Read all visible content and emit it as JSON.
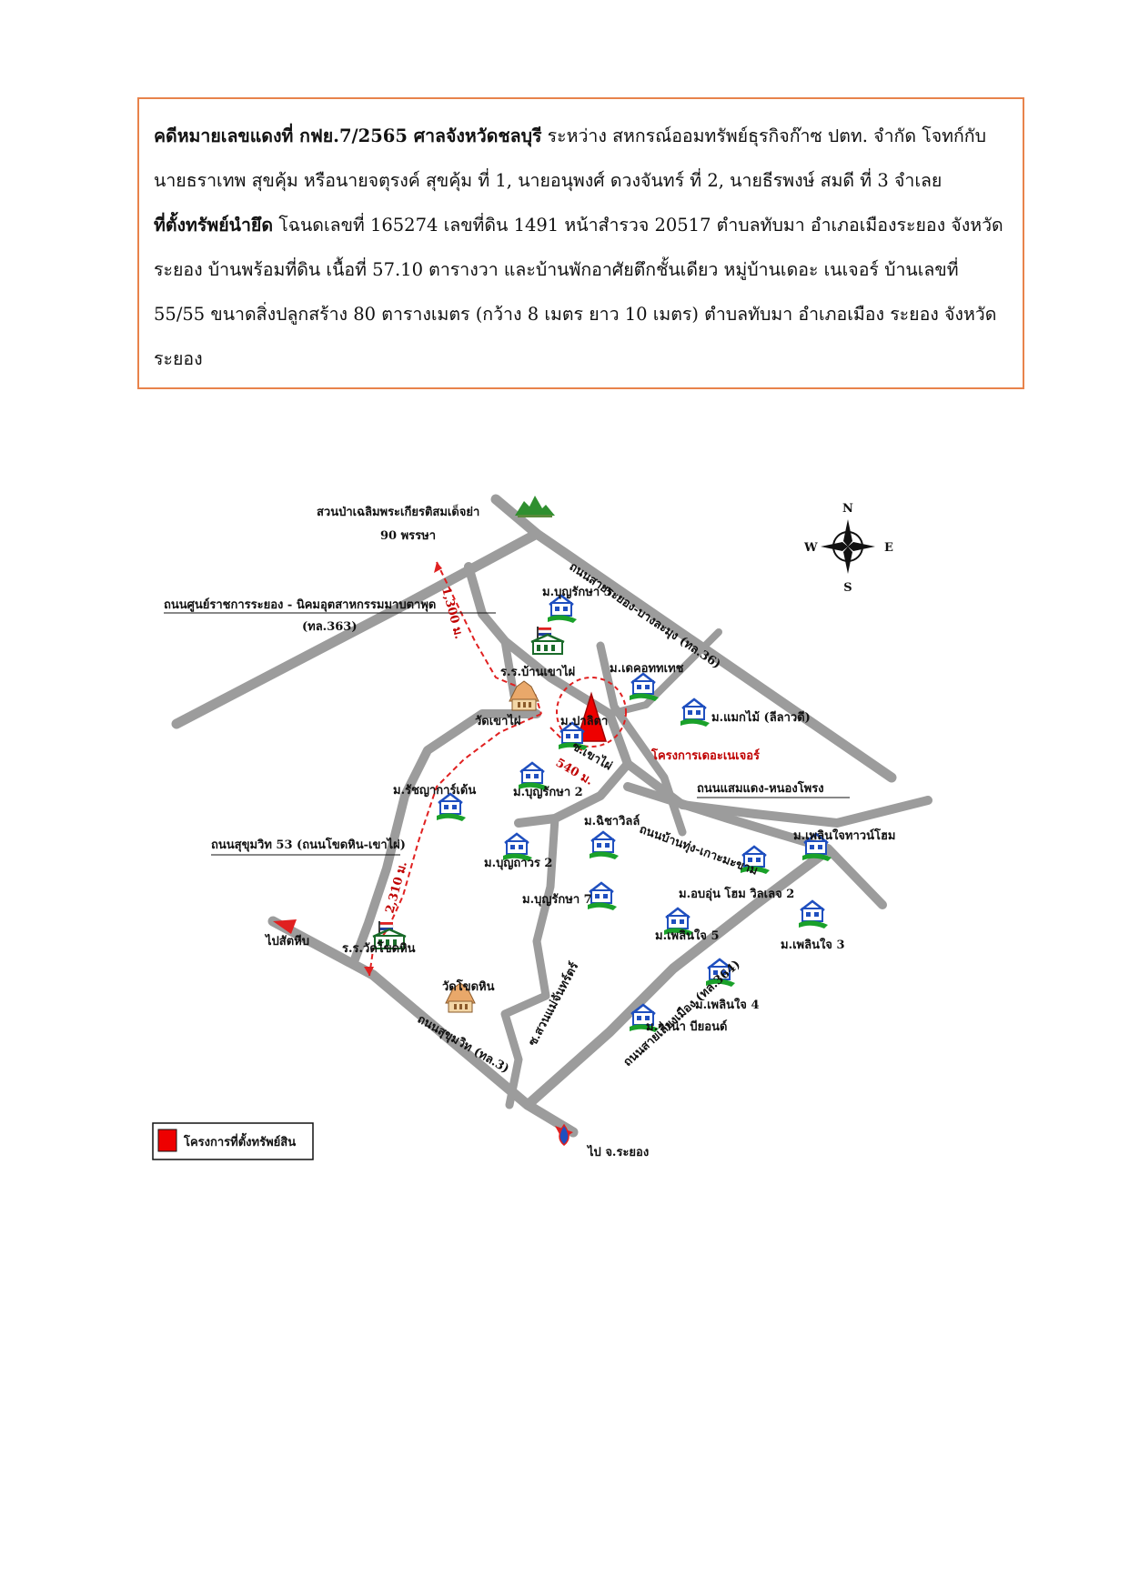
{
  "case": {
    "label_case": "คดีหมายเลขแดงที่ กฟย.7/2565 ศาลจังหวัดชลบุรี",
    "case_text": " ระหว่าง สหกรณ์ออมทรัพย์ธุรกิจก๊าซ ปตท. จำกัด  โจทก์กับ นายธราเทพ สุขคุ้ม หรือนายจตุรงค์ สุขคุ้ม ที่ 1, นายอนุพงศ์ ดวงจันทร์ ที่ 2, นายธีรพงษ์ สมดี ที่ 3  จำเลย",
    "label_property": "ที่ตั้งทรัพย์นำยึด",
    "property_text": " โฉนดเลขที่ 165274 เลขที่ดิน 1491 หน้าสำรวจ 20517 ตำบลทับมา อำเภอเมืองระยอง จังหวัดระยอง  บ้านพร้อมที่ดิน เนื้อที่ 57.10 ตารางวา และบ้านพักอาศัยตึกชั้นเดียว หมู่บ้านเดอะ เนเจอร์ บ้านเลขที่ 55/55 ขนาดสิ่งปลูกสร้าง 80 ตารางเมตร (กว้าง 8 เมตร ยาว 10 เมตร) ตำบลทับมา อำเภอเมือง ระยอง จังหวัดระยอง"
  },
  "map": {
    "park": "สวนป่าเฉลิมพระเกียรติสมเด็จย่า",
    "park_km": "90 พรรษา",
    "road_govt": "ถนนศูนย์ราชการระยอง - นิคมอุตสาหกรรมมาบตาพุด",
    "road_govt_code": "(ทล.363)",
    "road_rayong_ban_chang": "ถนนสายระยอง-บางละมุง (ทล.36)",
    "dist_1300": "1,300 ม.",
    "school_khao_phai": "ร.ร.บ้านเขาไผ่",
    "wat_khao_phai": "วัดเขาไผ่",
    "m_boonrak3": "ม.บุญรักษา 3",
    "m_decor": "ม.เดคอททเทช",
    "m_palita": "ม.ปาลิตา",
    "m_maekmai": "ม.แมกไม้ (ลีลาวดี)",
    "project": "โครงการเดอะเนเจอร์",
    "dist_540": "540 ม.",
    "soi_khao_phai": "ซ.เขาไผ่",
    "road_saem": "ถนนแสมแดง-หนองโพรง",
    "m_rachada": "ม.รัชญาการ์เด้น",
    "m_boonrak2": "ม.บุญรักษา 2",
    "m_chicha": "ม.ฉิชาวิลล์",
    "road_ban_thung": "ถนนบ้านทุ่ง-เกาะมะขาม",
    "m_ploenjai_town": "ม.เพลินใจทาวน์โฮม",
    "road_sukhumvit53": "ถนนสุขุมวิท 53 (ถนนโขดหิน-เขาไผ่)",
    "m_boonthavorn2": "ม.บุญถาวร 2",
    "dist_2310": "2,310 ม.",
    "m_boonrak7": "ม.บุญรักษา 7",
    "m_obun": "ม.อบอุ่น โฮม วิลเลจ 2",
    "m_ploenjai5": "ม.เพลินใจ 5",
    "m_ploenjai3": "ม.เพลินใจ 3",
    "to_sattahip": "ไปสัตหีบ",
    "school_khot_hin": "ร.ร.วัดโขดหิน",
    "wat_khot_hin": "วัดโขดหิน",
    "road_sukhumvit": "ถนนสุขุมวิท (ทล.3)",
    "road_soi_san": "ซ.สวนแม่จันทร์ตร์",
    "road_saen_muang": "ถนนสายเลี่ยงเมือง (ทล.364)",
    "m_ploenjai4": "ม.เพลินใจ 4",
    "m_wanan": "ม.วาน่า บียอนด์",
    "to_rayong": "ไป จ.ระยอง",
    "compass_n": "N",
    "compass_s": "S",
    "compass_e": "E",
    "compass_w": "W",
    "legend": "โครงการที่ตั้งทรัพย์สิน"
  },
  "colors": {
    "border": "#e8834b",
    "road": "#9c9c9c",
    "route": "#e02020",
    "project": "#ee0000",
    "icon_blue": "#1f4fbf",
    "icon_green": "#1aa12a"
  }
}
